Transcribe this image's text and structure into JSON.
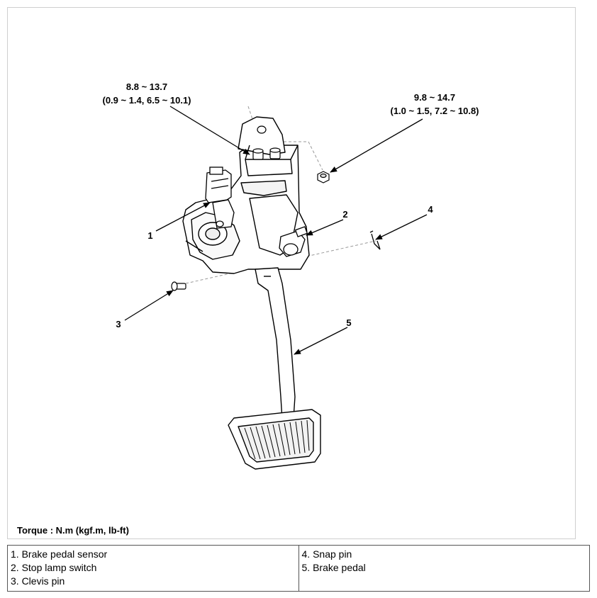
{
  "diagram": {
    "torque_a": {
      "line1": "8.8 ~ 13.7",
      "line2": "(0.9 ~ 1.4, 6.5 ~ 10.1)"
    },
    "torque_b": {
      "line1": "9.8 ~ 14.7",
      "line2": "(1.0 ~ 1.5, 7.2 ~ 10.8)"
    },
    "callouts": [
      "1",
      "2",
      "3",
      "4",
      "5"
    ],
    "torque_note": "Torque : N.m (kgf.m, lb-ft)"
  },
  "legend": {
    "left": [
      "1. Brake pedal sensor",
      "2. Stop lamp switch",
      "3. Clevis pin"
    ],
    "right": [
      "4. Snap pin",
      "5. Brake pedal"
    ]
  }
}
